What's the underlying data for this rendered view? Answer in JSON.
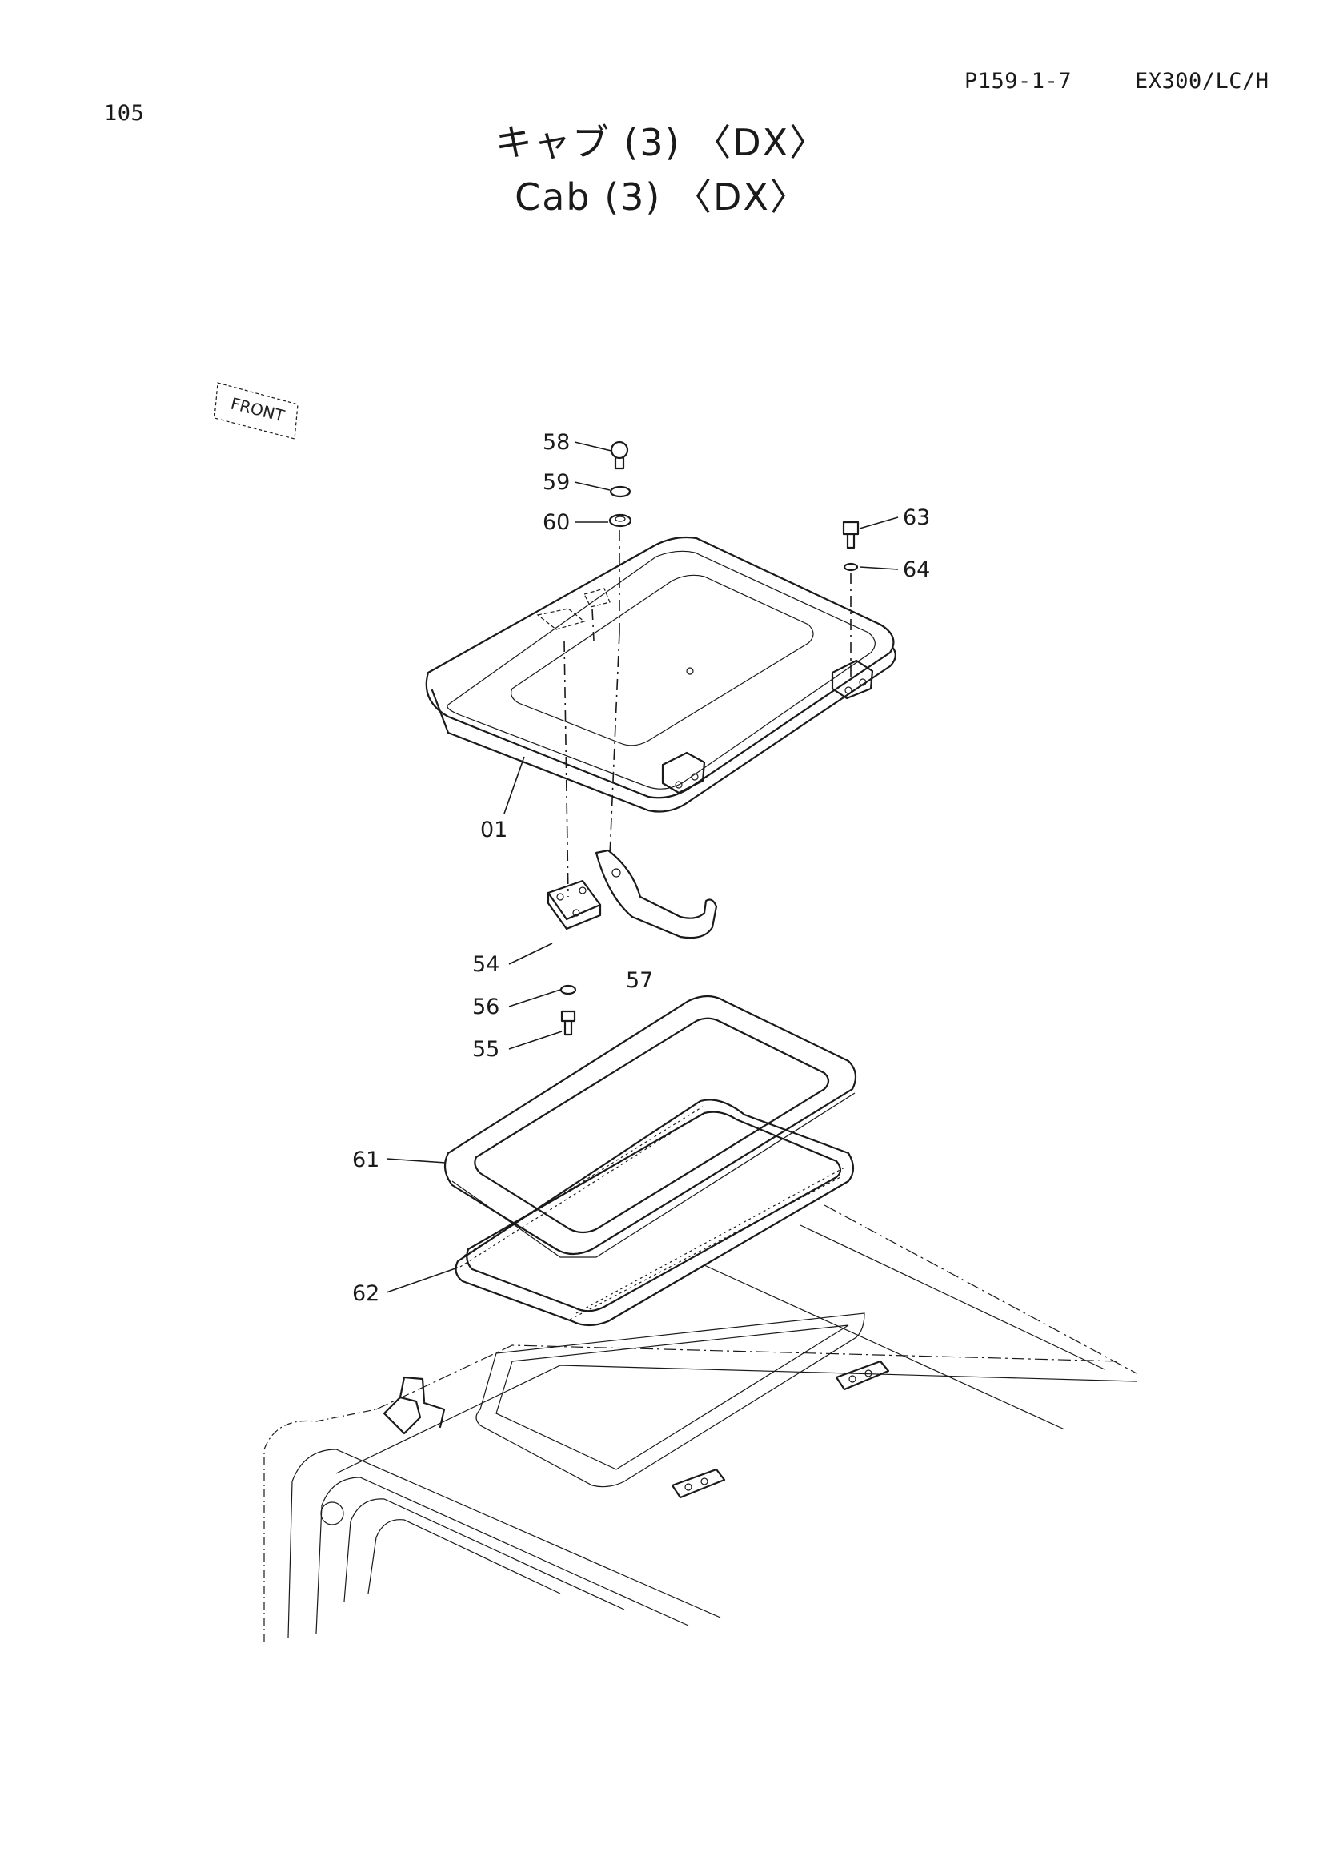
{
  "header": {
    "page_number": "105",
    "page_code": "P159-1-7",
    "model": "EX300/LC/H"
  },
  "title": {
    "japanese": "キャブ (3) 〈DX〉",
    "english": "Cab (3) 〈DX〉"
  },
  "diagram": {
    "orientation_label": "FRONT",
    "callouts": {
      "c58": "58",
      "c59": "59",
      "c60": "60",
      "c63": "63",
      "c64": "64",
      "c01": "01",
      "c54": "54",
      "c56": "56",
      "c55": "55",
      "c57": "57",
      "c61": "61",
      "c62": "62"
    }
  }
}
